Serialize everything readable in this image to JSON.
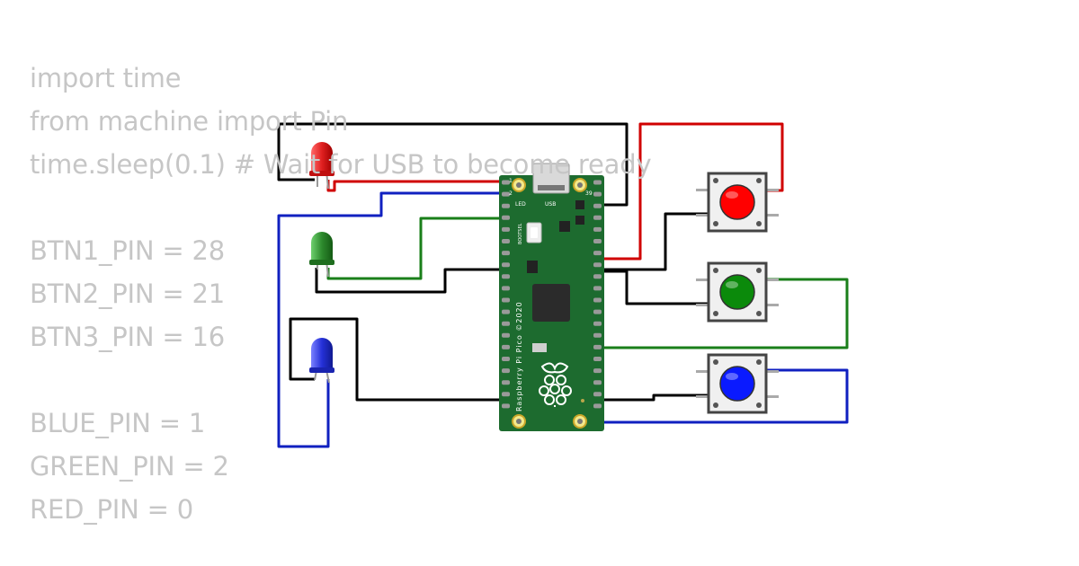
{
  "code_lines": [
    "import time",
    "from machine import Pin",
    "time.sleep(0.1) # Wait for USB to become ready",
    "",
    "BTN1_PIN = 28",
    "BTN2_PIN = 21",
    "BTN3_PIN = 16",
    "",
    "BLUE_PIN = 1",
    "GREEN_PIN = 2",
    "RED_PIN = 0"
  ],
  "board": {
    "led_label": "LED",
    "usb_label": "USB",
    "bootsel_label": "BOOTSEL",
    "name_label": "Raspberry Pi Pico ©2020",
    "pin1_label": "1",
    "pin2_label": "2",
    "pin39_label": "39",
    "body_color": "#1d6b2f",
    "icon": "raspberry-logo-icon"
  },
  "components": {
    "leds": [
      {
        "color_name": "red",
        "color": "#e02020"
      },
      {
        "color_name": "green",
        "color": "#2d8a2d"
      },
      {
        "color_name": "blue",
        "color": "#2530d8"
      }
    ],
    "buttons": [
      {
        "color_name": "red",
        "color": "#ff0000"
      },
      {
        "color_name": "green",
        "color": "#0b8a0b"
      },
      {
        "color_name": "blue",
        "color": "#0a1aff"
      }
    ]
  },
  "wire_colors": {
    "black": "#000000",
    "red": "#d00000",
    "green": "#1a7f1a",
    "blue": "#1020c0"
  }
}
